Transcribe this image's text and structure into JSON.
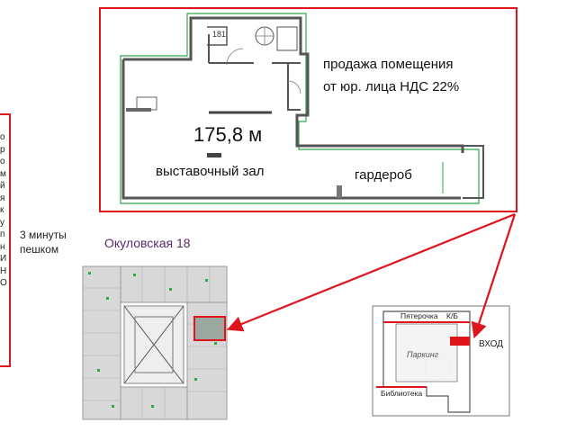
{
  "left_panel": {
    "letters": [
      "о",
      "р",
      "о",
      "м",
      "й",
      "я",
      "к",
      "у",
      "п",
      "н",
      "И",
      "Н",
      "О"
    ]
  },
  "plan": {
    "sale_line1": "продажа помещения",
    "sale_line2": "от юр. лица   НДС 22%",
    "area": "175,8 м",
    "hall_label": "выставочный зал",
    "wardrobe_label": "гардероб",
    "room_number": "181"
  },
  "walk": {
    "line1": "3 минуты",
    "line2": "пешком"
  },
  "address": "Окуловская 18",
  "site_map": {
    "shop_label": "Пятерочка",
    "kb_label": "К/Б",
    "entrance_label": "ВХОД",
    "parking_label": "Паркинг",
    "library_label": "Библиотека"
  },
  "colors": {
    "highlight_red": "#e0141b",
    "wall_gray": "#555555",
    "green_line": "#2aa84a",
    "address_purple": "#5a2a6a"
  }
}
